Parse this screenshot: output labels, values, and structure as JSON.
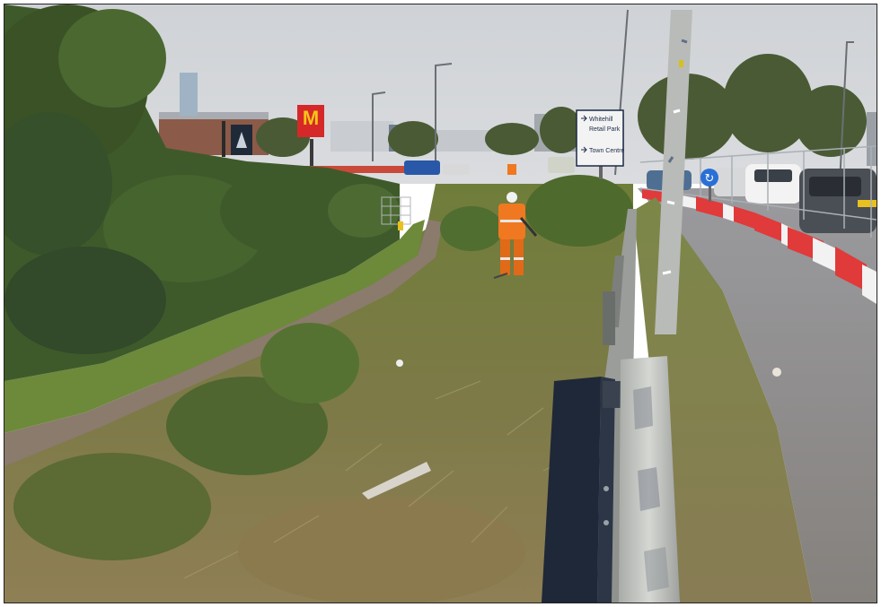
{
  "scene": {
    "sky_color": "#d3d5d8",
    "grass_color": "#6d7a3a",
    "dry_grass_color": "#9a8a5a",
    "hedge_color": "#3f5a2a",
    "path_color": "#8a7a6c",
    "road_color": "#8c8c90",
    "barrier_red": "#e03a3a",
    "barrier_white": "#f2f2f2",
    "worker_hi_vis": "#f07820"
  },
  "restaurant_logo": {
    "glyph": "M",
    "color": "#f5c518",
    "background": "#d62828"
  },
  "direction_sign": {
    "lines": [
      "Whitehill",
      "Retail Park",
      "",
      "Town Centre"
    ]
  },
  "round_sign": {
    "glyph": "↻",
    "color": "#2a6fd6"
  }
}
